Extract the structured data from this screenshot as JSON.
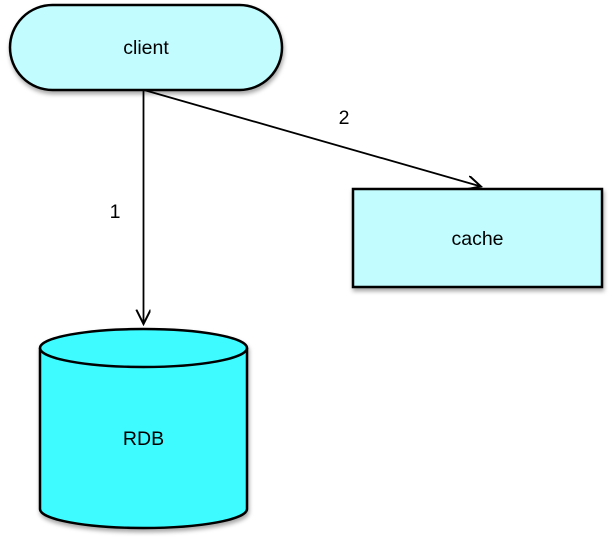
{
  "diagram": {
    "type": "flow-diagram",
    "background_color": "#ffffff",
    "stroke_color": "#000000",
    "text_color": "#000000",
    "nodes": [
      {
        "id": "client",
        "label": "client",
        "shape": "stadium",
        "fill": "#c2fcff"
      },
      {
        "id": "cache",
        "label": "cache",
        "shape": "rectangle",
        "fill": "#c2fcff"
      },
      {
        "id": "rdb",
        "label": "RDB",
        "shape": "cylinder",
        "fill": "#3dfbff"
      }
    ],
    "edges": [
      {
        "label": "1",
        "from": "client",
        "to": "rdb",
        "style": "arrow"
      },
      {
        "label": "2",
        "from": "client",
        "to": "cache",
        "style": "arrow"
      }
    ]
  }
}
